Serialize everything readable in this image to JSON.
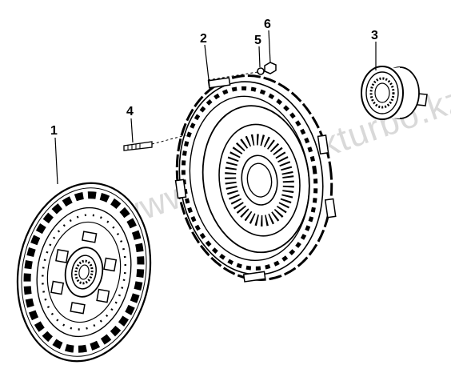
{
  "diagram": {
    "watermark": "www.sinotruckturbo.kz",
    "parts": [
      {
        "id": "clutch-disc",
        "callout": "1"
      },
      {
        "id": "pressure-plate",
        "callout": "2"
      },
      {
        "id": "release-bearing",
        "callout": "3"
      },
      {
        "id": "bolt",
        "callout": "4"
      },
      {
        "id": "spring-washer",
        "callout": "5"
      },
      {
        "id": "nut",
        "callout": "6"
      }
    ]
  }
}
